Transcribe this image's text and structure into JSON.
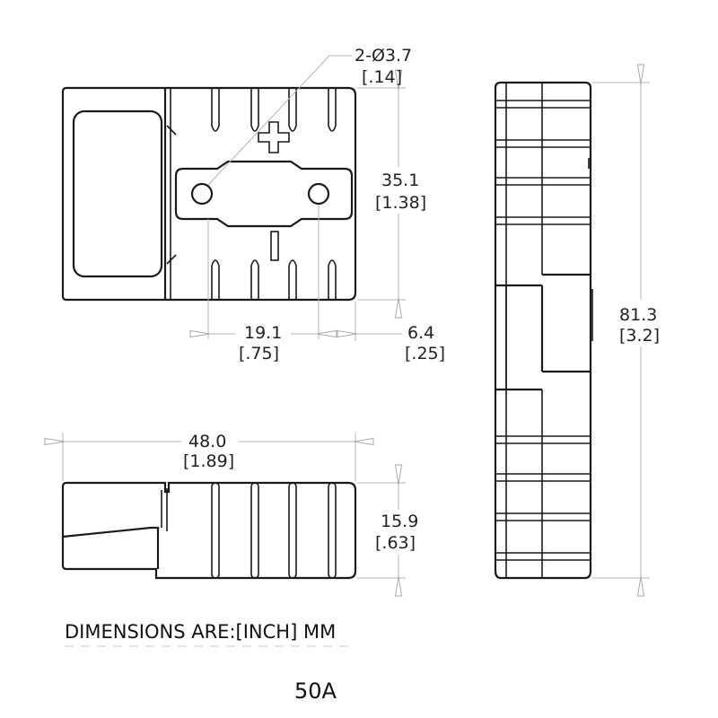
{
  "dimensions": {
    "hole": {
      "mm": "2-Ø3.7",
      "inch": "[.14]"
    },
    "hole_span_vertical": {
      "mm": "35.1",
      "inch": "[1.38]"
    },
    "hole_pitch": {
      "mm": "19.1",
      "inch": "[.75]"
    },
    "edge_offset": {
      "mm": "6.4",
      "inch": "[.25]"
    },
    "overall_length": {
      "mm": "48.0",
      "inch": "[1.89]"
    },
    "height": {
      "mm": "15.9",
      "inch": "[.63]"
    },
    "overall_width": {
      "mm": "81.3",
      "inch": "[3.2]"
    }
  },
  "note": "DIMENSIONS ARE:[INCH] MM",
  "model": "50A"
}
